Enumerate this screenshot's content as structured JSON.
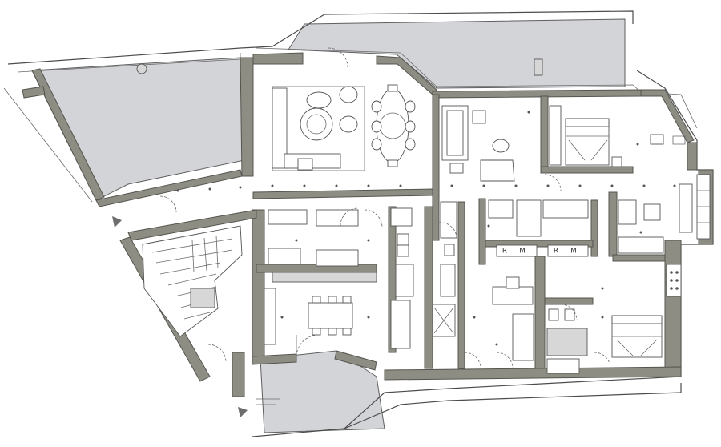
{
  "plan": {
    "room_markers": [
      "R",
      "M",
      "R",
      "M"
    ],
    "colors": {
      "wall": "#8e8d83",
      "terrace": "#d3d4d8",
      "line": "#4d4d4d"
    },
    "icons": [
      "entrance-arrow-icon",
      "bed-icon",
      "bathtub-icon",
      "cooktop-icon",
      "stair-icon"
    ]
  }
}
